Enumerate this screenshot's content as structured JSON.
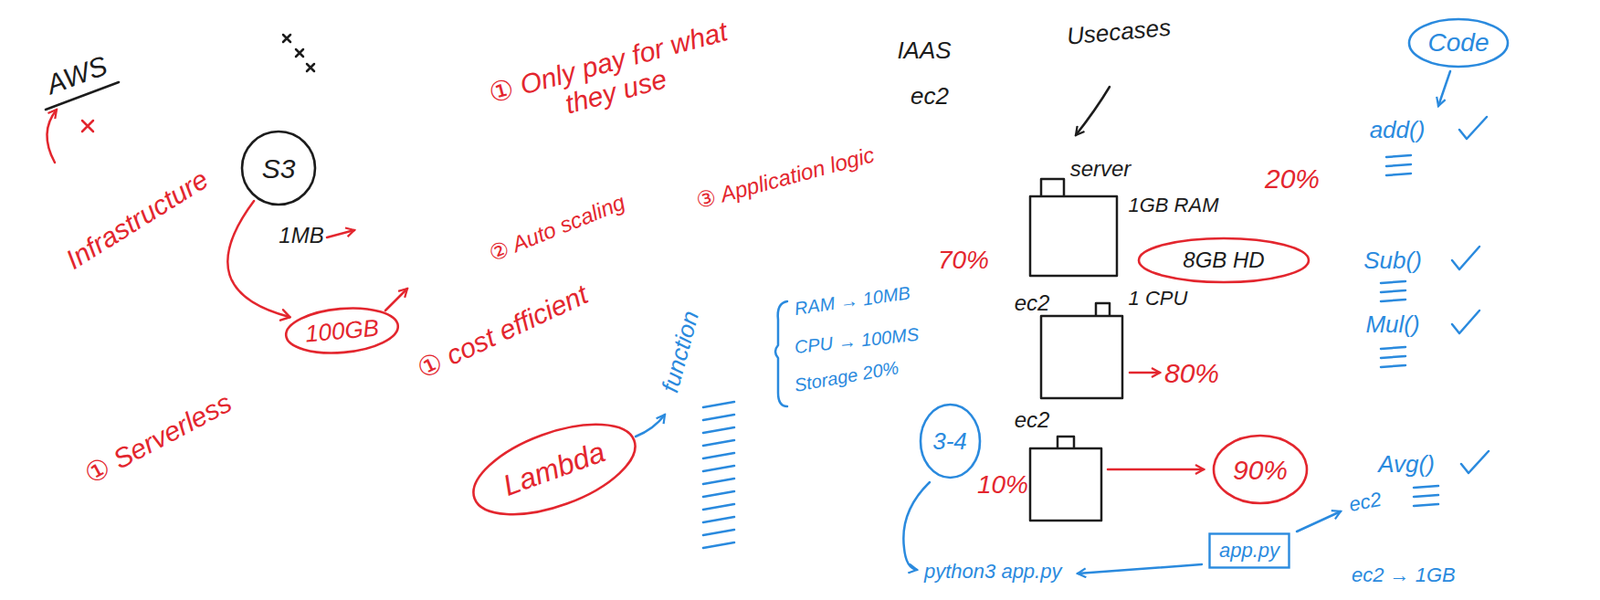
{
  "diagram": {
    "nodes": [
      {
        "text": [
          "S3"
        ]
      },
      {
        "text": [
          "100GB"
        ]
      },
      {
        "text": [
          "Lambda"
        ]
      },
      {
        "text": [
          "8GB HD"
        ]
      },
      {
        "text": [
          "3-4"
        ]
      },
      {
        "text": [
          "90%"
        ]
      },
      {
        "text": [
          "app.py"
        ]
      },
      {
        "text": [
          "Code"
        ]
      }
    ],
    "edges": [
      {
        "from": 0,
        "to": 1,
        "arrow": "to"
      }
    ],
    "labels": [
      "AWS",
      "Infrastructure",
      "1MB",
      "① Only pay for what they use",
      "② Auto scaling",
      "③ Application logic",
      "① Serverless",
      "① cost efficient",
      "function",
      "RAM → 10MB",
      "CPU → 100MS",
      "Storage 20%",
      "IAAS",
      "ec2",
      "Usecases",
      "server",
      "1GB RAM",
      "1 CPU",
      "70%",
      "20%",
      "ec2",
      "80%",
      "ec2",
      "10%",
      "python3 app.py",
      "ec2",
      "ec2 → 1GB",
      "add()",
      "Sub()",
      "Mul()",
      "Avg()"
    ]
  }
}
